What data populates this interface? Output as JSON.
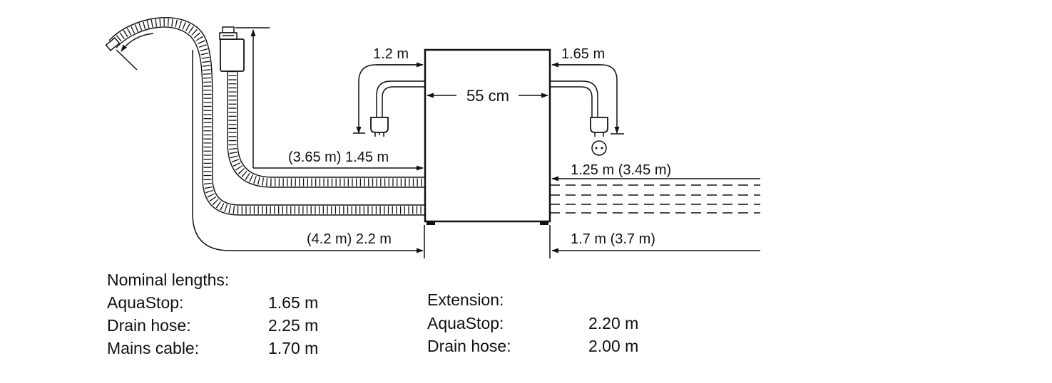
{
  "dimensions": {
    "width": "55 cm",
    "left_cable": "1.2 m",
    "right_hose": "1.65 m",
    "left_upper": "(3.65 m) 1.45 m",
    "left_lower": "(4.2 m) 2.2 m",
    "right_upper": "1.25 m (3.45 m)",
    "right_lower": "1.7 m (3.7 m)"
  },
  "nominal": {
    "heading": "Nominal lengths:",
    "rows": [
      {
        "label": "AquaStop:",
        "value": "1.65 m"
      },
      {
        "label": "Drain hose:",
        "value": "2.25 m"
      },
      {
        "label": "Mains cable:",
        "value": "1.70 m"
      }
    ]
  },
  "extension": {
    "heading": "Extension:",
    "rows": [
      {
        "label": "AquaStop:",
        "value": "2.20 m"
      },
      {
        "label": "Drain hose:",
        "value": "2.00 m"
      }
    ]
  },
  "colors": {
    "line": "#111111",
    "background": "#ffffff"
  }
}
